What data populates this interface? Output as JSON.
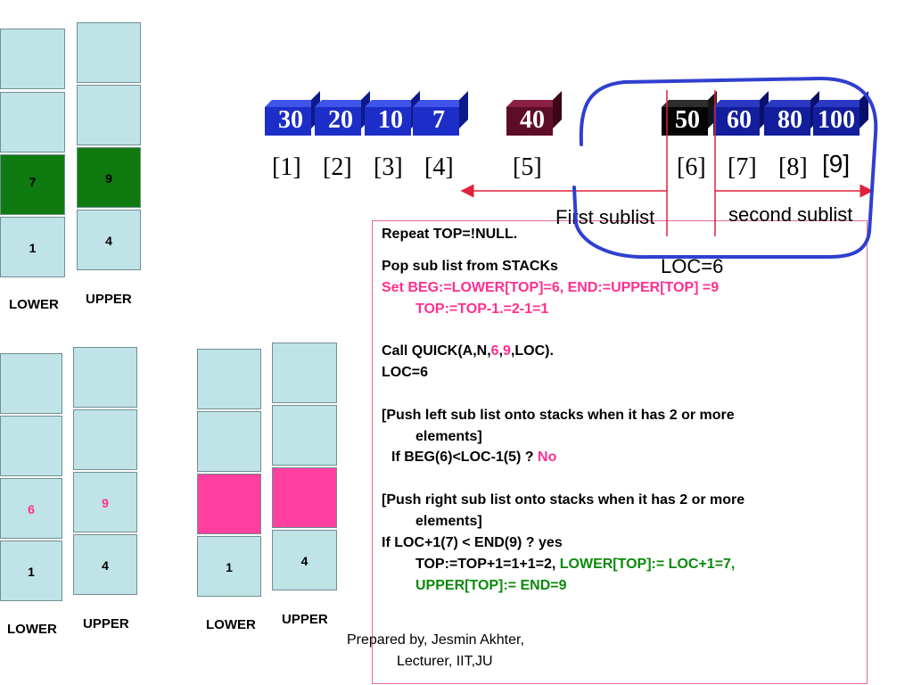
{
  "stacks_top": {
    "lower_cells": [
      "",
      "",
      "7",
      "1"
    ],
    "upper_cells": [
      "",
      "",
      "9",
      "4"
    ],
    "lower_label": "LOWER",
    "upper_label": "UPPER"
  },
  "stacks_mid": {
    "lower_cells": [
      "",
      "",
      "6",
      "1"
    ],
    "upper_cells": [
      "",
      "",
      "9",
      "4"
    ],
    "lower_label": "LOWER",
    "upper_label": "UPPER"
  },
  "stacks_right": {
    "lower_cells": [
      "",
      "",
      "",
      "1"
    ],
    "upper_cells": [
      "",
      "",
      "",
      "4"
    ],
    "lower_label": "LOWER",
    "upper_label": "UPPER"
  },
  "array": {
    "values": [
      "30",
      "20",
      "10",
      "7",
      "40",
      "50",
      "60",
      "80",
      "100"
    ],
    "indices": [
      "[1]",
      "[2]",
      "[3]",
      "[4]",
      "[5]",
      "[6]",
      "[7]",
      "[8]",
      "[9]"
    ]
  },
  "annotations": {
    "first_sublist": "First sublist",
    "second_sublist": "second sublist",
    "loc": "LOC=6"
  },
  "colors": {
    "cell": "#bfe3e6",
    "green_cell": "#0f7a10",
    "pink_cell": "#ff3fa0",
    "pink_text": "#ff2f8f",
    "green_text": "#0a8a0a",
    "arrow_red": "#e0203a",
    "loop_blue": "#2f3fd0"
  },
  "panel": {
    "l1": "Repeat TOP=!NULL.",
    "l2": "Pop sub list from STACKs",
    "l3": "Set BEG:=LOWER[TOP]=6, END:=UPPER[TOP] =9",
    "l4": "TOP:=TOP-1.=2-1=1",
    "l5_a": "Call QUICK(A,N,",
    "l5_b": "6",
    "l5_c": ",",
    "l5_d": "9",
    "l5_e": ",LOC).",
    "l6": "LOC=6",
    "l7": "[Push left sub list onto stacks when it has 2 or more",
    "l8": "elements]",
    "l9_a": "If BEG(6)<LOC-1(5) ?",
    "l9_b": "No",
    "l10": "[Push right sub list onto stacks when it has 2 or more",
    "l11": "elements]",
    "l12": "If LOC+1(7) < END(9) ? yes",
    "l13_a": "TOP:=TOP+1=1+1=2,",
    "l13_b": "LOWER[TOP]:= LOC+1=7,",
    "l14": "UPPER[TOP]:= END=9"
  },
  "credit": {
    "line1": "Prepared by, Jesmin Akhter,",
    "line2": "Lecturer, IIT,JU"
  }
}
